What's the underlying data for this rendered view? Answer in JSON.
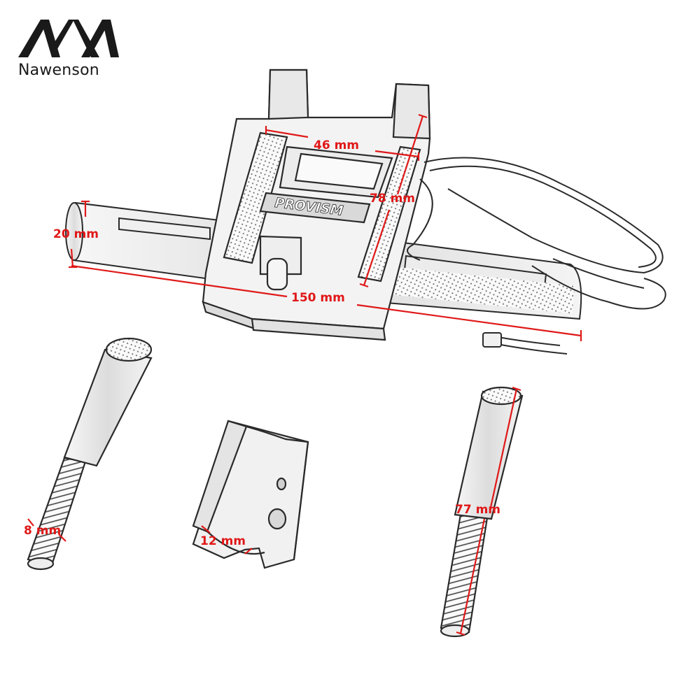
{
  "brand": {
    "name": "Nawenson"
  },
  "part_labels": {
    "mount_logo": "PROVISM"
  },
  "dimensions": {
    "width": "46 mm",
    "height": "78 mm",
    "bar_diameter": "20 mm",
    "bar_length": "150 mm",
    "bolt_thread": "8 mm",
    "clamp_inner": "12 mm",
    "bolt_length": "77 mm"
  },
  "colors": {
    "dimension": "#e01818",
    "line": "#2a2a2a",
    "background": "#ffffff"
  }
}
